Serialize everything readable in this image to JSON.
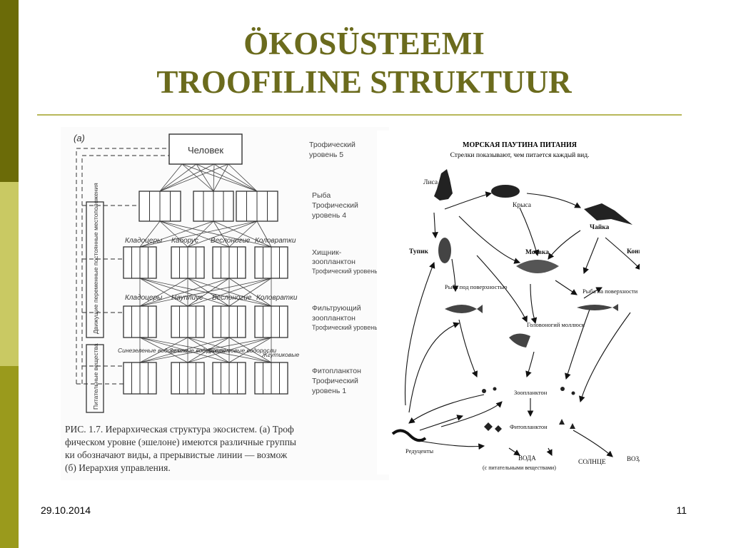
{
  "slide": {
    "title_line1": "ÖKOSÜSTEEMI",
    "title_line2": "TROOFILINE STRUKTUUR",
    "date": "29.10.2014",
    "page_number": "11"
  },
  "left_figure": {
    "label": "(а)",
    "top_box": "Человек",
    "side_box_upper": "Движущие переменные постоянные местоположения",
    "side_box_lower": "Питательные вещества",
    "levels": [
      {
        "line1": "Трофический",
        "line2": "уровень 5",
        "line3": ""
      },
      {
        "line1": "Рыба",
        "line2": "Трофический",
        "line3": "уровень 4"
      },
      {
        "line1": "Хищник-",
        "line2": "зоопланктон",
        "line3": "Трофический уровень 3"
      },
      {
        "line1": "Фильтрующий",
        "line2": "зоопланктон",
        "line3": "Трофический уровень 2"
      },
      {
        "line1": "Фитопланктон",
        "line2": "Трофический",
        "line3": "уровень 1"
      }
    ],
    "row3_groups": [
      "Кладоцеры",
      "Каборус",
      "Веслоногие",
      "Коловратки"
    ],
    "row2_groups": [
      "Кладоцеры",
      "Науплиус",
      "Веслоногие",
      "Коловратки"
    ],
    "row1_groups": [
      "Синезеленые водоросли",
      "Зеленые водоросли",
      "Диатомовые водоросли",
      "Жгутиковые"
    ],
    "caption_line1": "РИС. 1.7. Иерархическая структура экосистем. (а) Троф",
    "caption_line2": "фическом уровне (эшелоне) имеются различные группы",
    "caption_line3": "ки обозначают виды, а прерывистые линии — возмож",
    "caption_line4": "(б) Иерархия управления."
  },
  "right_figure": {
    "title": "МОРСКАЯ ПАУТИНА ПИТАНИЯ",
    "subtitle": "Стрелки показывают, чем питается каждый вид.",
    "nodes": {
      "fox": "Лиса",
      "rat": "Крыса",
      "gull": "Чайка",
      "puffin": "Тупик",
      "kittiwake": "Моевка",
      "guillemot": "Конюга",
      "fish_under": "Рыба под поверхностью",
      "fish_surface": "Рыба на поверхности",
      "cephalopod": "Головоногий моллюск",
      "zooplankton": "Зоопланктон",
      "phytoplankton": "Фитопланктон",
      "reducers": "Редуценты",
      "water": "ВОДА",
      "water_note": "(с питательными веществами)",
      "sun": "СОЛНЦЕ",
      "air": "ВОЗДУХ"
    }
  }
}
